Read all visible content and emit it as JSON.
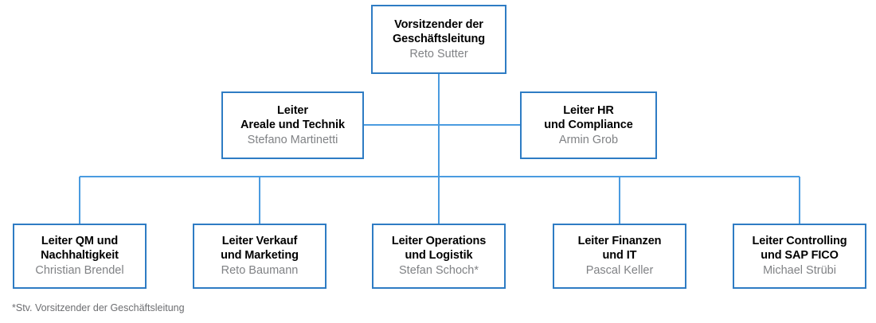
{
  "org_chart": {
    "footnote": "*Stv. Vorsitzender der Geschäftsleitung",
    "colors": {
      "border": "#2E7CC4",
      "connector": "#4A9BE0",
      "title_text": "#000000",
      "person_text": "#808285"
    },
    "level1": [
      {
        "id": "vorsitzender",
        "title": "Vorsitzender der\nGeschäftsleitung",
        "person": "Reto Sutter"
      }
    ],
    "level2": [
      {
        "id": "areale-technik",
        "title": "Leiter\nAreale und Technik",
        "person": "Stefano Martinetti"
      },
      {
        "id": "hr-compliance",
        "title": "Leiter HR\nund Compliance",
        "person": "Armin Grob"
      }
    ],
    "level3": [
      {
        "id": "qm-nachhaltigkeit",
        "title": "Leiter QM und\nNachhaltigkeit",
        "person": "Christian Brendel"
      },
      {
        "id": "verkauf-marketing",
        "title": "Leiter Verkauf\nund Marketing",
        "person": "Reto Baumann"
      },
      {
        "id": "operations-logistik",
        "title": "Leiter Operations\nund Logistik",
        "person": "Stefan Schoch*"
      },
      {
        "id": "finanzen-it",
        "title": "Leiter Finanzen\nund IT",
        "person": "Pascal Keller"
      },
      {
        "id": "controlling-sap-fico",
        "title": "Leiter Controlling\nund SAP FICO",
        "person": "Michael Strübi"
      }
    ]
  }
}
